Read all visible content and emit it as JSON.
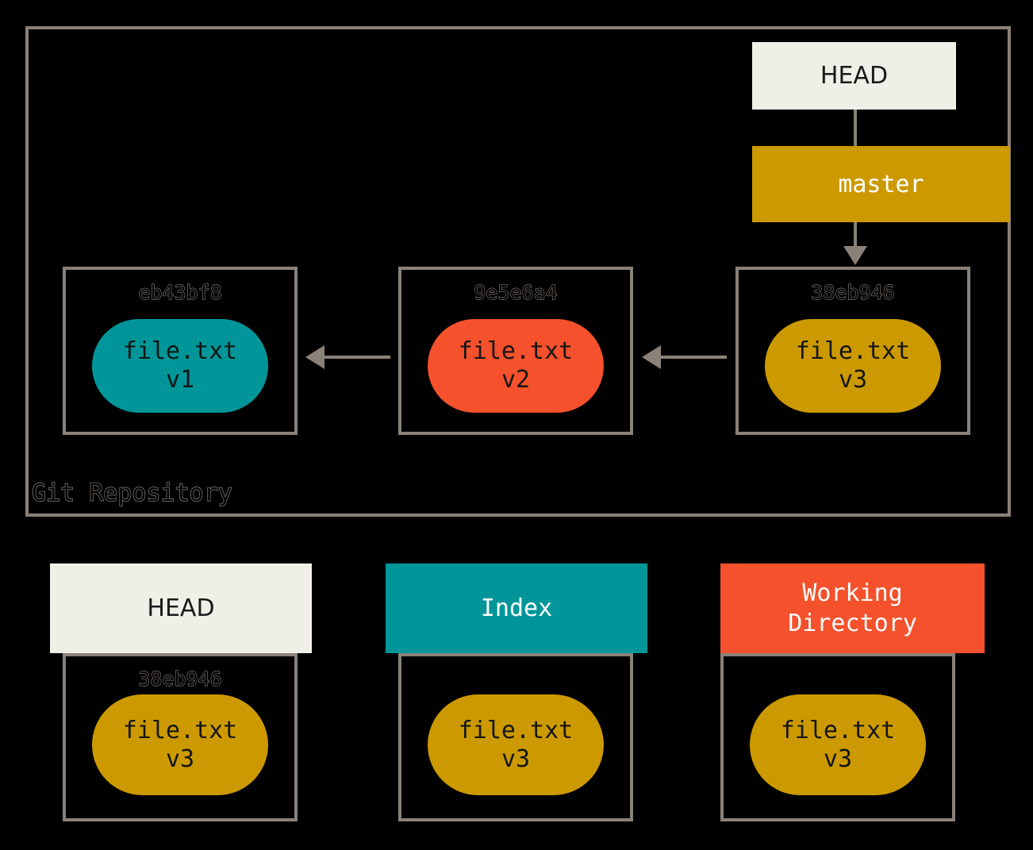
{
  "colors": {
    "background": "#000000",
    "border_gray": "#8a8179",
    "head_cream": "#efefe8",
    "branch_gold": "#cc9a00",
    "index_teal": "#009699",
    "working_orange": "#f4512c",
    "blob_text": "#151515"
  },
  "repository": {
    "label": "Git Repository",
    "head_pointer": {
      "label": "HEAD"
    },
    "branch": {
      "label": "master"
    },
    "commits": [
      {
        "hash": "eb43bf8",
        "file": "file.txt",
        "version": "v1",
        "color": "#009699"
      },
      {
        "hash": "9e5e6a4",
        "file": "file.txt",
        "version": "v2",
        "color": "#f4512c"
      },
      {
        "hash": "38eb946",
        "file": "file.txt",
        "version": "v3",
        "color": "#cc9a00"
      }
    ]
  },
  "stages": [
    {
      "title_line1": "HEAD",
      "title_line2": "",
      "hash": "38eb946",
      "file": "file.txt",
      "version": "v3",
      "blob_color": "#cc9a00",
      "header_color": "#efefe8"
    },
    {
      "title_line1": "Index",
      "title_line2": "",
      "hash": "",
      "file": "file.txt",
      "version": "v3",
      "blob_color": "#cc9a00",
      "header_color": "#009699"
    },
    {
      "title_line1": "Working",
      "title_line2": "Directory",
      "hash": "",
      "file": "file.txt",
      "version": "v3",
      "blob_color": "#cc9a00",
      "header_color": "#f4512c"
    }
  ]
}
